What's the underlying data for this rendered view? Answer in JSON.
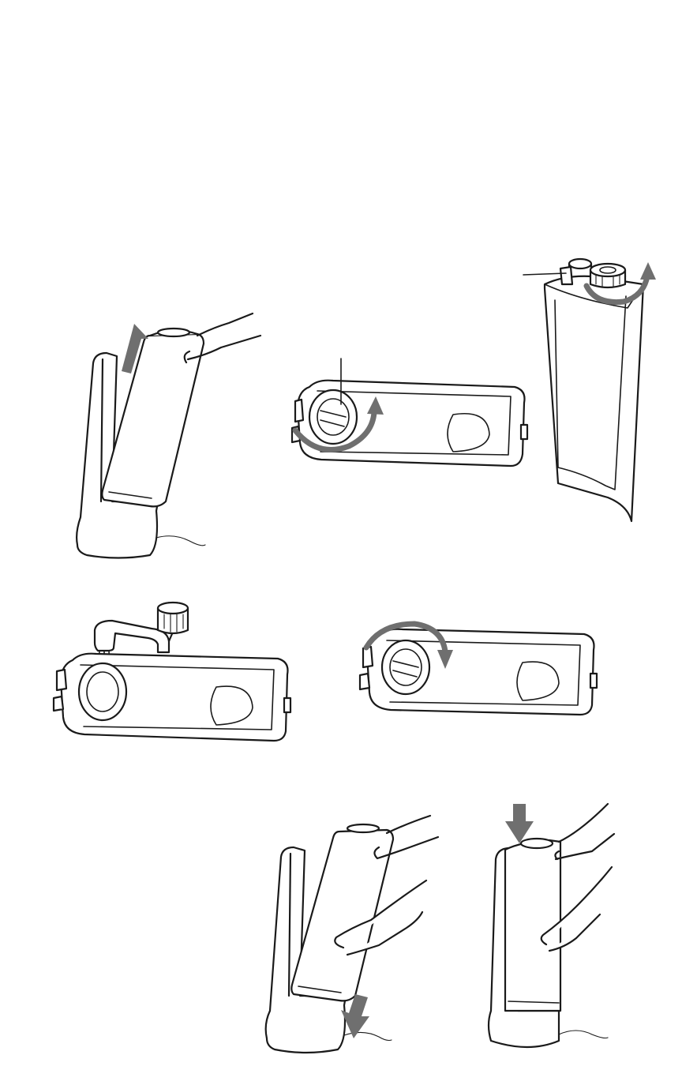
{
  "colors": {
    "outline": "#1a1a1a",
    "arrow": "#6f6f6f",
    "background": "#ffffff"
  },
  "figures": [
    {
      "name": "lift-tank-off-base",
      "arrow": "up",
      "icon": "lift-up-arrow-icon"
    },
    {
      "name": "unscrew-tank-cap",
      "arrow": "counterclockwise",
      "icon": "rotate-ccw-arrow-icon"
    },
    {
      "name": "cap-removed-tank-upright",
      "arrow": "rotate-cap",
      "icon": "rotate-cap-arrow-icon"
    },
    {
      "name": "fill-tank-at-faucet",
      "arrow": "none",
      "icon": "faucet-icon"
    },
    {
      "name": "screw-cap-back-on",
      "arrow": "clockwise",
      "icon": "rotate-cw-arrow-icon"
    },
    {
      "name": "lower-tank-onto-base",
      "arrow": "down",
      "icon": "lower-down-arrow-icon"
    },
    {
      "name": "press-tank-into-place",
      "arrow": "down",
      "icon": "press-down-arrow-icon"
    }
  ]
}
